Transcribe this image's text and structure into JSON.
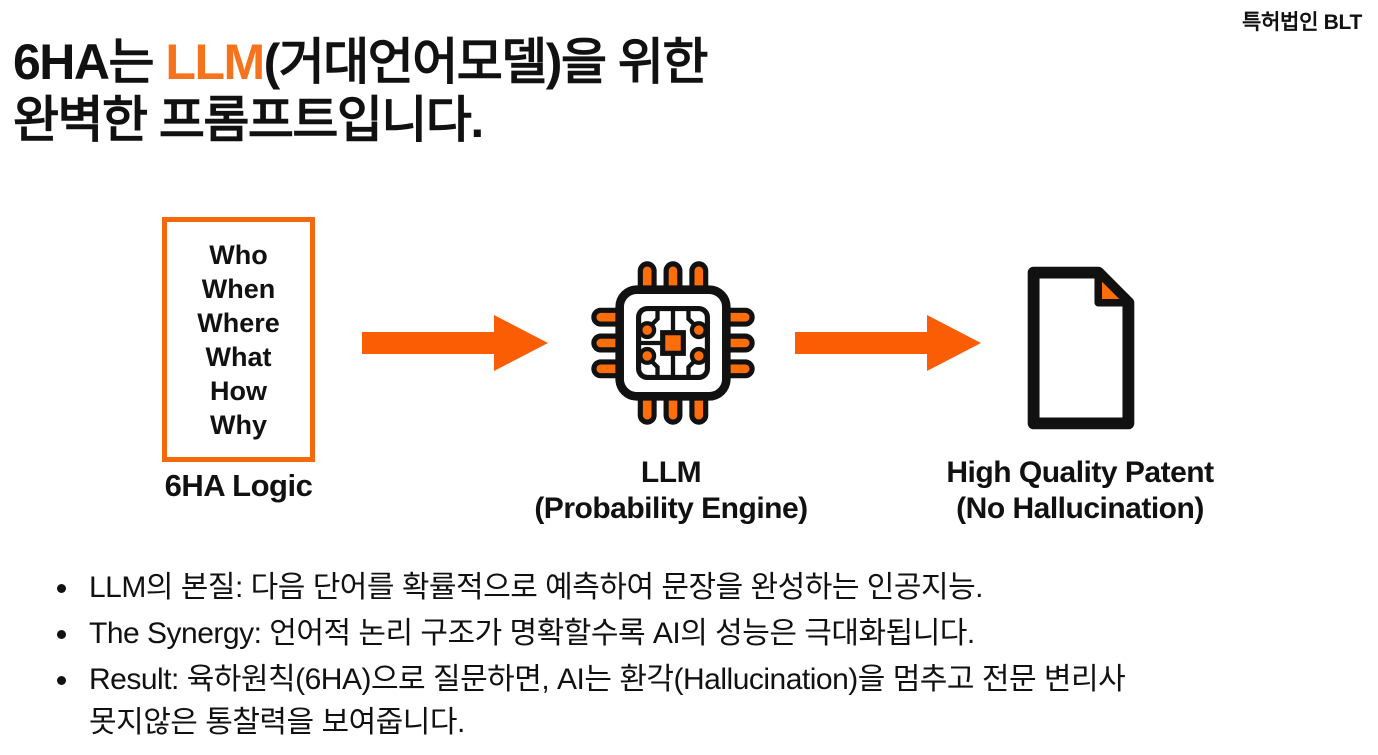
{
  "colors": {
    "background": "#FFFFFF",
    "text_black": "#111111",
    "accent_orange": "#F5690C",
    "arrow_orange": "#FB5D05",
    "title_highlight_orange": "#F4731C",
    "pin_orange": "#FD6E0B"
  },
  "header": {
    "brand": "특허법인 BLT"
  },
  "title": {
    "line1_prefix": "6HA는 ",
    "line1_highlight": "LLM",
    "line1_suffix": "(거대언어모델)을 위한",
    "line2": "완벽한 프롬프트입니다."
  },
  "diagram": {
    "input_box": {
      "items": [
        "Who",
        "When",
        "Where",
        "What",
        "How",
        "Why"
      ],
      "label": "6HA Logic"
    },
    "llm_node": {
      "icon": "cpu-chip-icon",
      "title": "LLM",
      "subtitle": "(Probability Engine)"
    },
    "output_node": {
      "icon": "document-icon",
      "title": "High Quality Patent",
      "subtitle": "(No Hallucination)"
    },
    "arrow_icon": "arrow-right-icon"
  },
  "bullets": [
    {
      "lines": [
        "LLM의 본질: 다음 단어를 확률적으로 예측하여 문장을 완성하는 인공지능."
      ]
    },
    {
      "lines": [
        "The Synergy: 언어적 논리 구조가 명확할수록 AI의 성능은 극대화됩니다."
      ]
    },
    {
      "lines": [
        "Result: 육하원칙(6HA)으로 질문하면, AI는 환각(Hallucination)을 멈추고 전문 변리사",
        "못지않은 통찰력을 보여줍니다."
      ]
    }
  ]
}
